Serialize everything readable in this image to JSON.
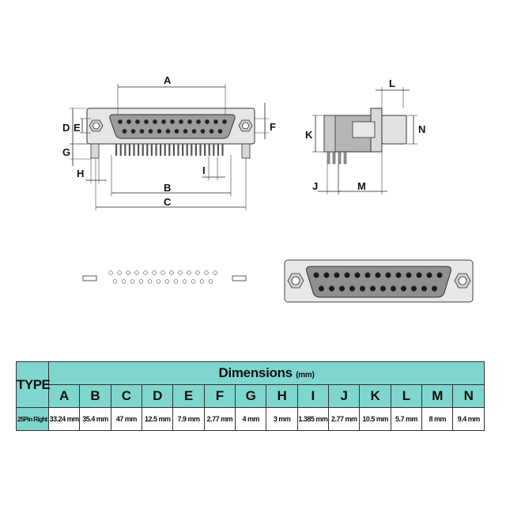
{
  "figure": {
    "dimension_letters": [
      "A",
      "B",
      "C",
      "D",
      "E",
      "F",
      "G",
      "H",
      "I",
      "J",
      "K",
      "L",
      "M",
      "N"
    ]
  },
  "table": {
    "type_header": "TYPE",
    "title": "Dimensions",
    "title_unit": "(mm)",
    "columns": [
      "A",
      "B",
      "C",
      "D",
      "E",
      "F",
      "G",
      "H",
      "I",
      "J",
      "K",
      "L",
      "M",
      "N"
    ],
    "row_label": "25Pin Right",
    "values": [
      "33.24 mm",
      "35.4 mm",
      "47 mm",
      "12.5 mm",
      "7.9 mm",
      "2.77 mm",
      "4 mm",
      "3 mm",
      "1.385 mm",
      "2.77 mm",
      "10.5 mm",
      "5.7 mm",
      "8 mm",
      "9.4 mm"
    ]
  }
}
